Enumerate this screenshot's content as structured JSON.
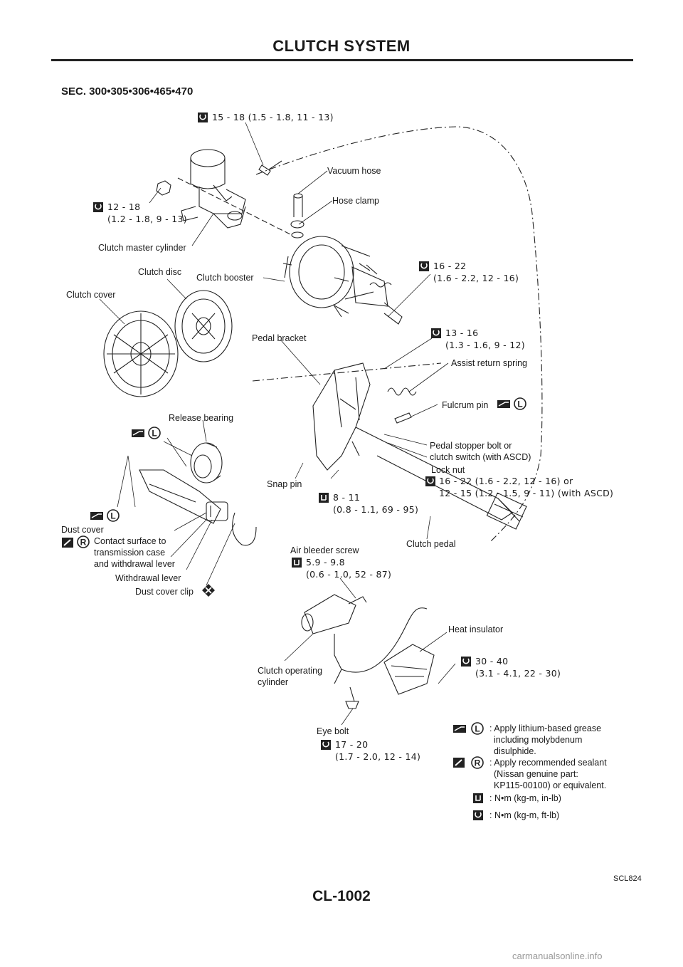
{
  "page": {
    "header": "CLUTCH SYSTEM",
    "section": "SEC. 300•305•306•465•470",
    "figure_id": "SCL824",
    "page_number": "CL-1002",
    "watermark": "carmanualsonline.info"
  },
  "labels": {
    "t_master_bolt": "15 - 18 (1.5 - 1.8, 11 - 13)",
    "t_master_nut_a": "12 - 18",
    "t_master_nut_b": "(1.2 - 1.8, 9 - 13)",
    "vacuum_hose": "Vacuum hose",
    "hose_clamp": "Hose clamp",
    "clutch_master_cylinder": "Clutch master cylinder",
    "clutch_disc": "Clutch disc",
    "clutch_booster": "Clutch booster",
    "clutch_cover": "Clutch cover",
    "t_booster_a": "16 - 22",
    "t_booster_b": "(1.6 - 2.2, 12 - 16)",
    "pedal_bracket": "Pedal bracket",
    "t_bracket_a": "13 - 16",
    "t_bracket_b": "(1.3 - 1.6, 9 - 12)",
    "assist_return_spring": "Assist return spring",
    "fulcrum_pin": "Fulcrum pin",
    "release_bearing": "Release bearing",
    "pedal_stopper_a": "Pedal stopper bolt or",
    "pedal_stopper_b": "clutch switch (with ASCD)",
    "lock_nut": "Lock nut",
    "t_locknut_a": "16 - 22 (1.6 - 2.2, 12 - 16) or",
    "t_locknut_b": "12 - 15 (1.2 - 1.5, 9 - 11) (with ASCD)",
    "snap_pin": "Snap pin",
    "t_snap_a": "8 - 11",
    "t_snap_b": "(0.8 - 1.1, 69 - 95)",
    "dust_cover": "Dust cover",
    "contact_surface_a": "Contact surface to",
    "contact_surface_b": "transmission case",
    "contact_surface_c": "and withdrawal lever",
    "clutch_pedal": "Clutch pedal",
    "air_bleeder_screw": "Air bleeder screw",
    "t_bleeder_a": "5.9 - 9.8",
    "t_bleeder_b": "(0.6 - 1.0, 52 - 87)",
    "withdrawal_lever": "Withdrawal lever",
    "dust_cover_clip": "Dust cover clip",
    "heat_insulator": "Heat insulator",
    "t_insulator_a": "30 - 40",
    "t_insulator_b": "(3.1 - 4.1, 22 - 30)",
    "operating_cyl_a": "Clutch operating",
    "operating_cyl_b": "cylinder",
    "eye_bolt": "Eye bolt",
    "t_eyebolt_a": "17 - 20",
    "t_eyebolt_b": "(1.7 - 2.0, 12 - 14)"
  },
  "legend": {
    "grease_a": ": Apply lithium-based grease",
    "grease_b": "including molybdenum",
    "grease_c": "disulphide.",
    "sealant_a": ": Apply recommended sealant",
    "sealant_b": "(Nissan genuine part:",
    "sealant_c": "KP115-00100) or equivalent.",
    "unit_inlb": ": N•m (kg-m, in-lb)",
    "unit_ftlb": ": N•m (kg-m, ft-lb)"
  },
  "symbols": {
    "L": "L",
    "R": "R"
  },
  "icons": {
    "torque_ftlb": "torque-wrench-ftlb-icon",
    "torque_inlb": "torque-wrench-inlb-icon",
    "grease": "grease-gun-icon",
    "sealant": "sealant-tube-icon",
    "replace": "replace-part-icon"
  }
}
